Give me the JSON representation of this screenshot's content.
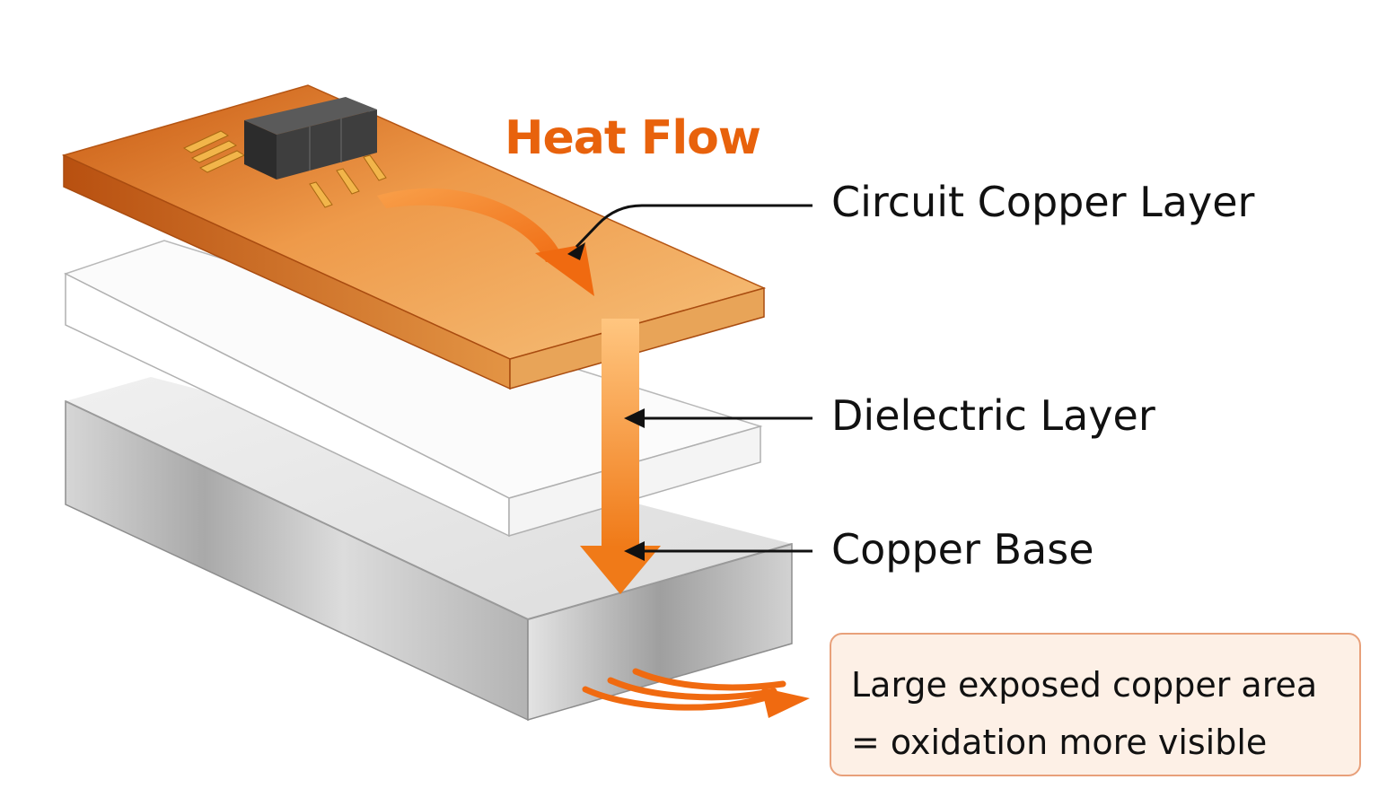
{
  "title": "Heat Flow",
  "labels": {
    "circuit": "Circuit Copper Layer",
    "dielectric": "Dielectric Layer",
    "base": "Copper Base"
  },
  "note": {
    "line1": "Large exposed copper area",
    "line2": "= oxidation more visible"
  },
  "colors": {
    "accent": "#e8620c",
    "copper": "#e58a33",
    "dielectric": "#ffffff",
    "base": "#c9c9c9",
    "note_border": "#e8a07a",
    "note_fill": "#fdf0e6"
  }
}
